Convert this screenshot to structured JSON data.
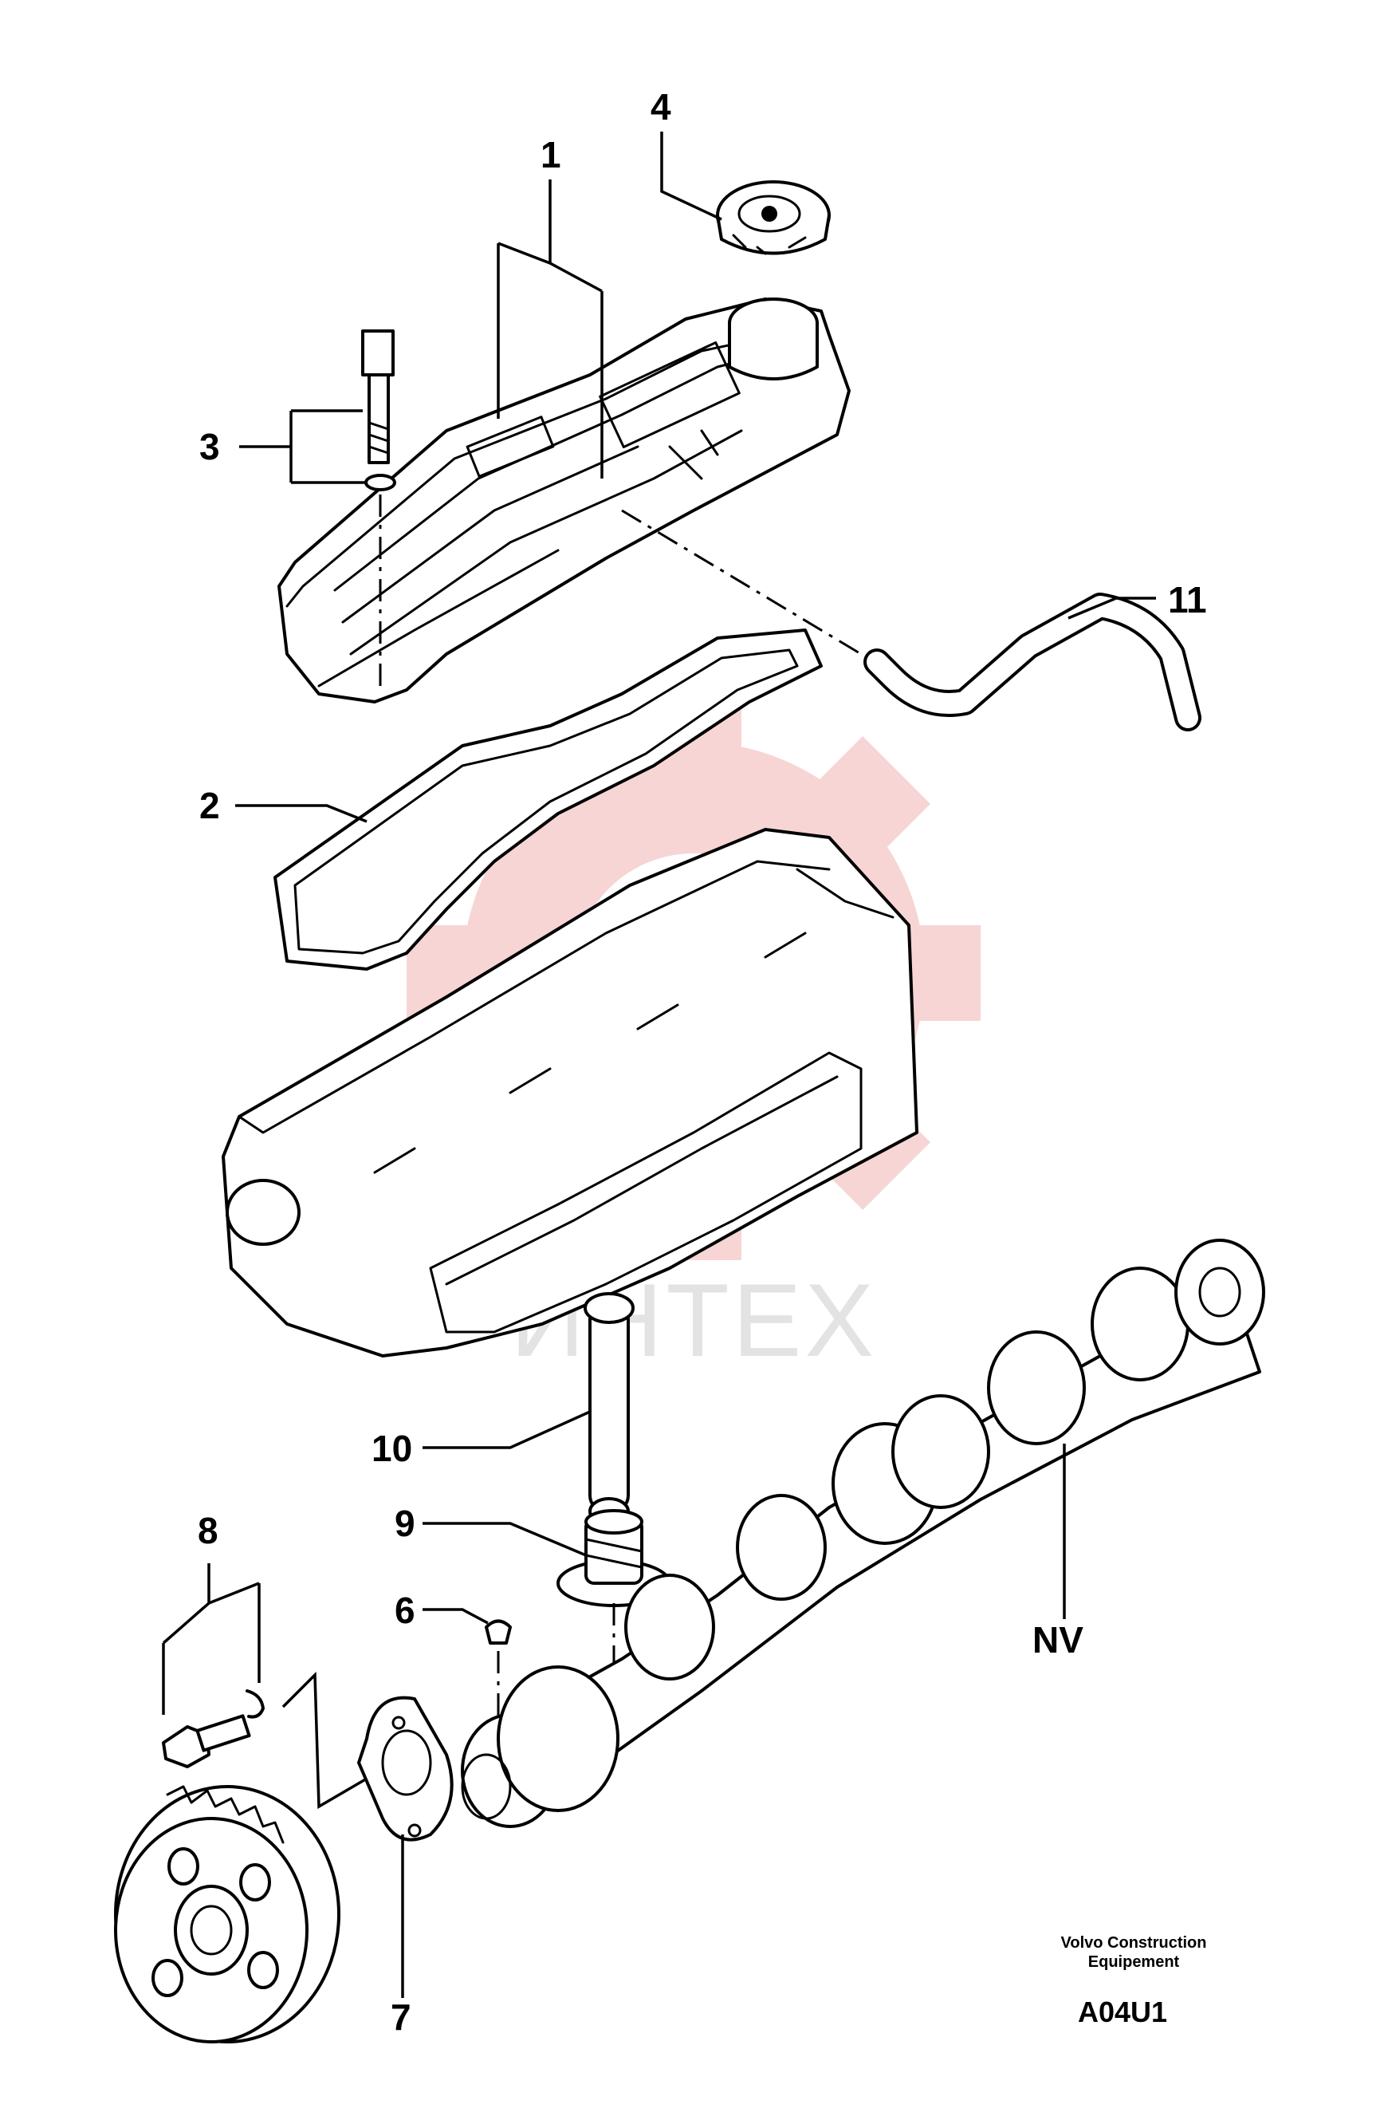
{
  "callouts": {
    "c1": "1",
    "c2": "2",
    "c3": "3",
    "c4": "4",
    "c6": "6",
    "c7": "7",
    "c8": "8",
    "c9": "9",
    "c10": "10",
    "c11": "11",
    "nv": "NV"
  },
  "footer": {
    "company_line1": "Volvo Construction",
    "company_line2": "Equipement",
    "drawing_code": "A04U1"
  },
  "watermark": {
    "text": "ИНТЕХ",
    "color": "#f2b3b3"
  },
  "icons": [
    "gear-logo-watermark"
  ]
}
